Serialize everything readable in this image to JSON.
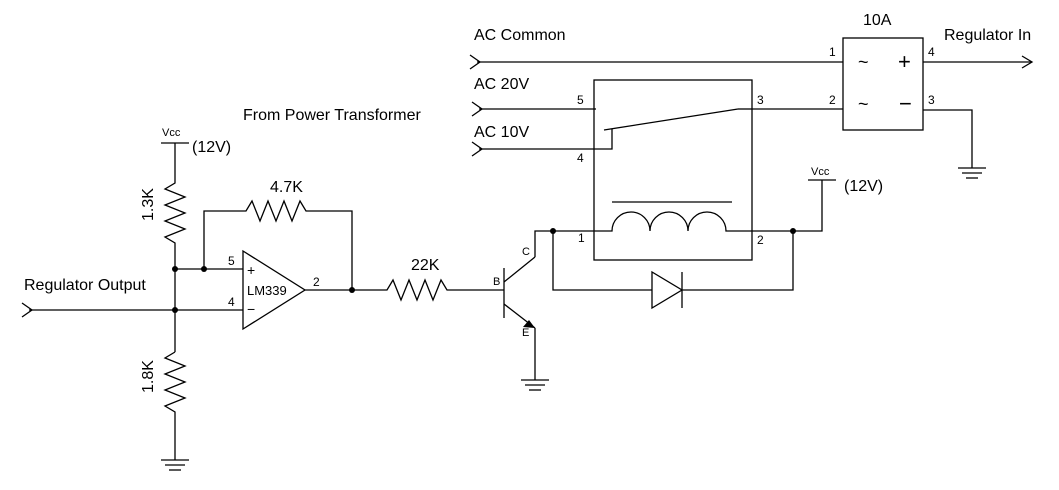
{
  "labels": {
    "ac_common": "AC Common",
    "ac_20v": "AC 20V",
    "ac_10v": "AC 10V",
    "from_power_transformer": "From Power Transformer",
    "regulator_in": "Regulator In",
    "regulator_output": "Regulator Output",
    "vcc_left": "Vcc",
    "vcc_left_voltage": "(12V)",
    "vcc_right": "Vcc",
    "vcc_right_voltage": "(12V)"
  },
  "components": {
    "bridge_rating": "10A",
    "r_top": "1.3K",
    "r_bottom": "1.8K",
    "r_feedback": "4.7K",
    "r_base": "22K",
    "comparator": "LM339"
  },
  "pins": {
    "bridge_1": "1",
    "bridge_2": "2",
    "bridge_3": "3",
    "bridge_4": "4",
    "relay_5": "5",
    "relay_3": "3",
    "relay_4": "4",
    "relay_1": "1",
    "relay_2": "2",
    "opamp_5": "5",
    "opamp_4": "4",
    "opamp_2": "2",
    "opamp_plus": "+",
    "opamp_minus": "−",
    "transistor_b": "B",
    "transistor_c": "C",
    "transistor_e": "E"
  },
  "symbols": {
    "bridge_ac_1": "~",
    "bridge_ac_2": "~",
    "bridge_plus": "+",
    "bridge_minus": "−"
  }
}
